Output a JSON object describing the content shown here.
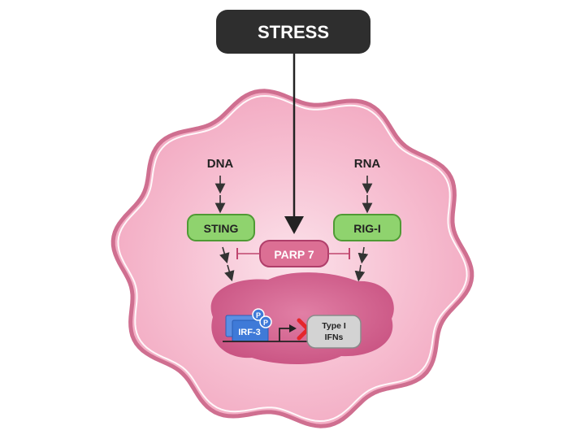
{
  "stress": {
    "label": "STRESS",
    "color": "#2e2e2e"
  },
  "cell": {
    "membrane_color": "#cf6f90",
    "cytoplasm_color": "#f6b9cc",
    "nucleus_color": "#d86a94"
  },
  "dna": {
    "label": "DNA"
  },
  "rna": {
    "label": "RNA"
  },
  "sting": {
    "label": "STING",
    "color": "#8fd36e",
    "border": "#4f9a34"
  },
  "rigi": {
    "label": "RIG-I",
    "color": "#8fd36e",
    "border": "#4f9a34"
  },
  "parp7": {
    "label": "PARP 7",
    "color": "#dc6f94",
    "border": "#b03e6a"
  },
  "irf3": {
    "label": "IRF-3",
    "color": "#3f7ad8",
    "phospho_label": "P"
  },
  "ifn": {
    "label_line1": "Type I",
    "label_line2": "IFNs",
    "color": "#d3d3d3"
  },
  "block_mark": {
    "symbol": "x-icon",
    "color": "#e5262b"
  }
}
